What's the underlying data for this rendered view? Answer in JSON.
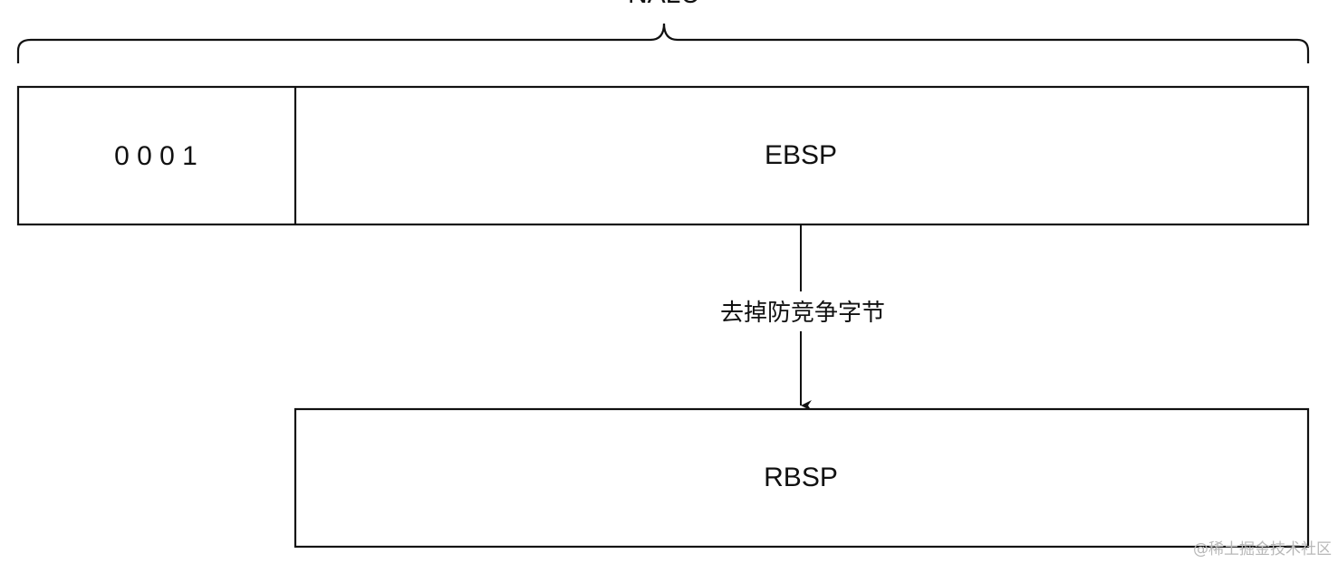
{
  "diagram": {
    "top_label": "NALU",
    "boxes": {
      "start_code": "0 0 0 1",
      "ebsp": "EBSP",
      "rbsp": "RBSP"
    },
    "edge_label": "去掉防竞争字节",
    "watermark": "@稀土掘金技术社区"
  },
  "colors": {
    "stroke": "#111111",
    "background": "#ffffff",
    "watermark": "#b8b8b8"
  }
}
